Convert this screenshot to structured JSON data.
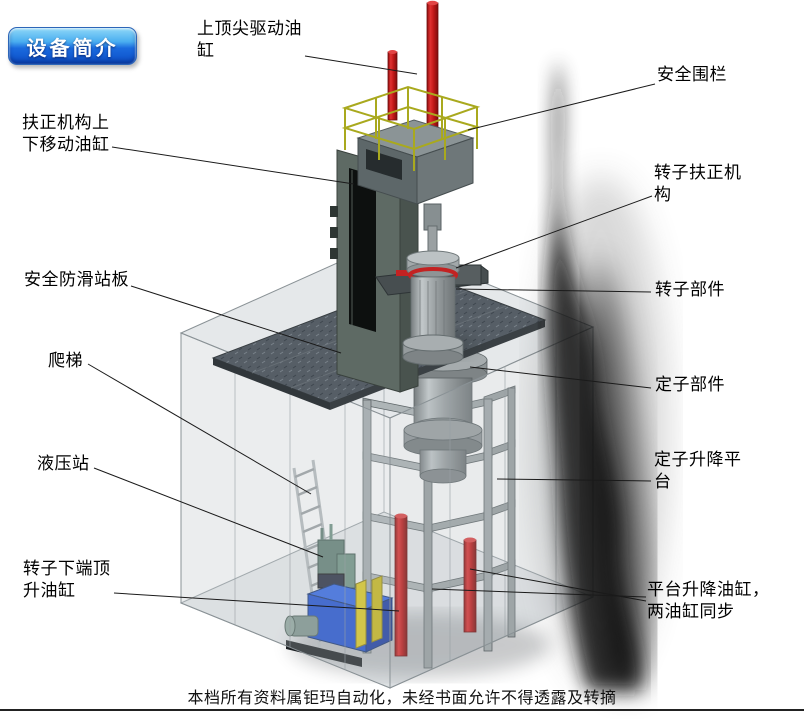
{
  "badge": {
    "label": "设备简介"
  },
  "callouts": [
    {
      "id": "top-center-drive-cylinder",
      "text": "上顶尖驱动油缸",
      "side": "top"
    },
    {
      "id": "safety-fence",
      "text": "安全围栏",
      "side": "right"
    },
    {
      "id": "centering-lift-cylinder",
      "text": "扶正机构上下移动油缸",
      "side": "left"
    },
    {
      "id": "rotor-centering-mechanism",
      "text": "转子扶正机构",
      "side": "right"
    },
    {
      "id": "anti-slip-platform",
      "text": "安全防滑站板",
      "side": "left"
    },
    {
      "id": "rotor-component",
      "text": "转子部件",
      "side": "right"
    },
    {
      "id": "ladder",
      "text": "爬梯",
      "side": "left"
    },
    {
      "id": "stator-component",
      "text": "定子部件",
      "side": "right"
    },
    {
      "id": "hydraulic-station",
      "text": "液压站",
      "side": "left"
    },
    {
      "id": "stator-lift-platform",
      "text": "定子升降平台",
      "side": "right"
    },
    {
      "id": "rotor-bottom-jack-cylinder",
      "text": "转子下端顶升油缸",
      "side": "left"
    },
    {
      "id": "platform-lift-cylinders",
      "text": "平台升降油缸，两油缸同步",
      "side": "right"
    }
  ],
  "footer": {
    "disclaimer": "本档所有资料属钜玛自动化，未经书面允许不得透露及转摘"
  },
  "diagram": {
    "type": "isometric-cad-illustration",
    "components": [
      "top-drive-cylinders",
      "safety-railing",
      "head-box",
      "main-column",
      "rotor-assembly",
      "stator-assembly",
      "deck-plate",
      "stator-lift-frame",
      "platform-lift-cylinders",
      "ladder",
      "hydraulic-station",
      "pit-enclosure",
      "shadow-artifact"
    ]
  },
  "colors": {
    "badge_blue": "#1668d8",
    "cylinder_red": "#c01818",
    "railing_yellow": "#a9a91e",
    "hydraulic_blue": "#1d4ed2",
    "hydraulic_yellow": "#ddca1c",
    "deck_gray": "#565e66"
  }
}
